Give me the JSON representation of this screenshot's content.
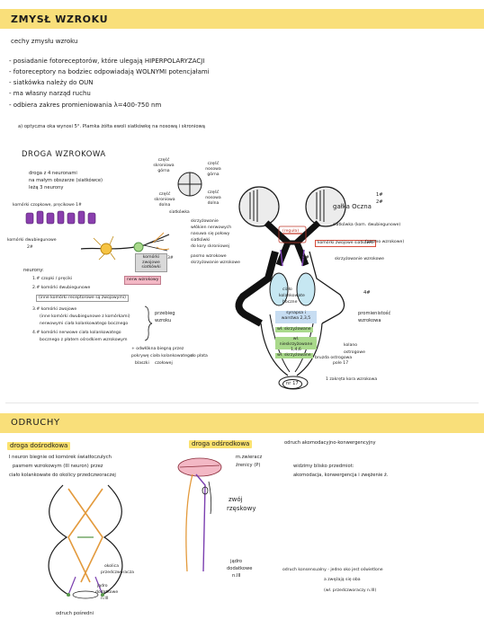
{
  "section1": {
    "title": "ZMYSŁ WZROKU",
    "features_heading": "cechy zmysłu wzroku",
    "features": [
      "- posiadanie fotoreceptorów, które ulegają HIPERPOLARYZACJI",
      "- fotoreceptory na bodziec odpowiadają WOLNYMI potencjałami",
      "- siatkówka należy do OUN",
      "- ma własny narząd ruchu",
      "- odbiera zakres promieniowania λ=400-750 nm"
    ],
    "note": "a) optyczna oka wynosi 5°. Plamka żółta ewoli siatkówkę na nosową i skroniową",
    "pathway_title": "DROGA WZROKOWA",
    "neuron_intro": [
      "droga z 4 neuronami",
      "na małym obszarze (siatkówce)",
      "leżą 3 neurony"
    ],
    "retina_label": "komórki czopkowe, pręcikowe 1#",
    "bipolar_label": "komórki dwubiegunowe",
    "bipolar_num": "2#",
    "ganglion_label": "komórki zwojowe siatkówki",
    "ganglion_num": "3#",
    "nerve_label": "nerw wzrokowy",
    "quadrant_labels": [
      "część skroniowa górna",
      "część nosowa górna",
      "część skroniowa dolna",
      "część nosowa dolna"
    ],
    "retina_word": "siatkówka",
    "neurons_heading": "neurony:",
    "neurons": [
      "1.# czopki / pręciki",
      "2.# komórki dwubiegunowe",
      "(inne komórki receptorowe są zwojowymi)",
      "3.# komórki zwojowe",
      "(inne komórki dwubiegunowe z komórkami)",
      "nerwowymi ciała kolankowatego bocznego",
      "4.# komórki nerwowe ciała kolankowatego",
      "bocznego z płatem ośrodkiem wzrokowym"
    ],
    "pathway_side_label": "przebieg",
    "pathway_side_label2": "wzroku",
    "optic_note": [
      "+ odwłókna biegną przez",
      "pokrywę ciała kolankowatego",
      "do płata",
      "blaszki",
      "czołowej"
    ],
    "chiasm_note": [
      "skrzyżowanie",
      "włókien nerwowych",
      "nasuwa się połowy",
      "siatkówki",
      "do kory skroniowej"
    ],
    "tract_note": [
      "pasmo wzrokowe",
      "skrzyżowanie wzrokowe"
    ],
    "eyeball_label": "gałka Oczna",
    "eyeball_num": "1#",
    "eyeball_num2": "2#",
    "retina_right": "siatkówka (kom. dwubiegunowe)",
    "ganglion_right": "komórki zwojowe siatkówki",
    "tract_right": "(pasmo wzrokowe)",
    "chiasm_right": "skrzyżowanie wzrokowe",
    "num3": "3#",
    "lgn_label": [
      "ciało",
      "kolankowate",
      "boczne"
    ],
    "layers": [
      {
        "text": "synapsa i warstwa 2,3,5",
        "style": "blue"
      },
      {
        "text": "wł. skrzyżowane",
        "style": "green"
      },
      {
        "text": "wł. nieskrzyżowane 1,4,6",
        "style": "green"
      },
      {
        "text": "wł. skrzyżowane",
        "style": "green"
      }
    ],
    "num4": "4#",
    "radiation_label": [
      "promienistość",
      "wzrokowa"
    ],
    "cortex_label": "kolano",
    "cortex_label2": "ostrogowe",
    "area_label": "pole 17",
    "visual_cortex": "bruzda ostrogowa",
    "area_num": "nr 17",
    "cortex_note": "1 zakręta kora wzrokowa",
    "optic_nerve_label": "nerw wzrokowy",
    "hemi_label": "(reguła)"
  },
  "section2": {
    "title": "ODRUCHY",
    "afferent_title": "droga dośrodkowa",
    "afferent_text": [
      "I neuron biegnie od komórek światłoczułych",
      "pasmem wzrokowym (III neuron) przez",
      "ciało kolankowate do okolicy przedczworaczej"
    ],
    "efferent_title": "droga odśrodkowa",
    "muscle_label": [
      "m.zwieracz",
      "źrenicy (P)"
    ],
    "ganglion_ciliary": [
      "zwój",
      "rzęskowy"
    ],
    "nucleus_label": [
      "jądro",
      "dodatkowe",
      "n.III"
    ],
    "left_nucleus": [
      "jądro",
      "dodatkowe",
      "n.III"
    ],
    "pretectal": [
      "okolica",
      "przedczworacza"
    ],
    "consensual": "odruch pośredni",
    "accom_title": "odruch akomodacyjno-konwergencyjny",
    "accom_text": [
      "widzimy blisko przedmiot:",
      "akomodacja, konwergencja i zwężenie ź."
    ],
    "corneal_text": [
      "odruch konsensualny - jedno oko jest oświetlone",
      "a zwężają się oba",
      "(wł. przedczworaczy n.III)"
    ]
  }
}
